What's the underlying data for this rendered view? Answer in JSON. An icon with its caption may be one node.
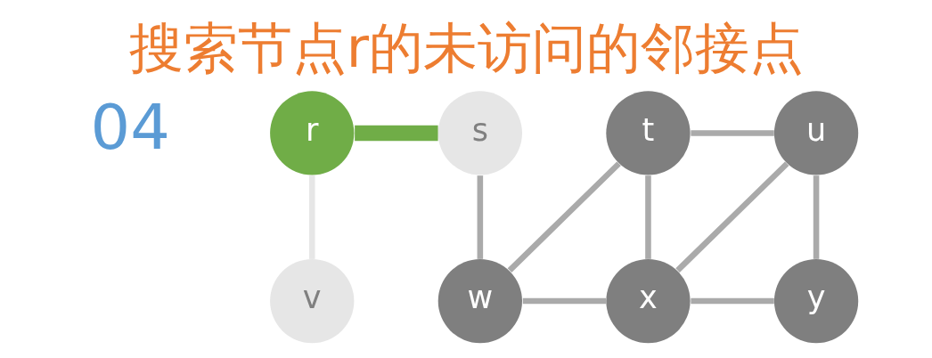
{
  "diagram": {
    "title": "搜索节点r的未访问的邻接点",
    "nodes": [
      {
        "text": [
          "r"
        ]
      },
      {
        "text": [
          "s"
        ]
      },
      {
        "text": [
          "t"
        ]
      },
      {
        "text": [
          "u"
        ]
      },
      {
        "text": [
          "v"
        ]
      },
      {
        "text": [
          "w"
        ]
      },
      {
        "text": [
          "x"
        ]
      },
      {
        "text": [
          "y"
        ]
      }
    ],
    "edges": [
      {
        "from": 0,
        "to": 1,
        "arrow": "none",
        "style": "thick",
        "color": "#70ad47"
      },
      {
        "from": 0,
        "to": 4,
        "arrow": "none",
        "color": "#e6e6e6"
      },
      {
        "from": 1,
        "to": 5,
        "arrow": "none"
      },
      {
        "from": 5,
        "to": 2,
        "arrow": "none"
      },
      {
        "from": 2,
        "to": 3,
        "arrow": "none"
      },
      {
        "from": 2,
        "to": 6,
        "arrow": "none"
      },
      {
        "from": 3,
        "to": 6,
        "arrow": "none"
      },
      {
        "from": 3,
        "to": 7,
        "arrow": "none"
      },
      {
        "from": 5,
        "to": 6,
        "arrow": "none"
      },
      {
        "from": 6,
        "to": 7,
        "arrow": "none"
      }
    ],
    "labels": [
      "04"
    ]
  }
}
